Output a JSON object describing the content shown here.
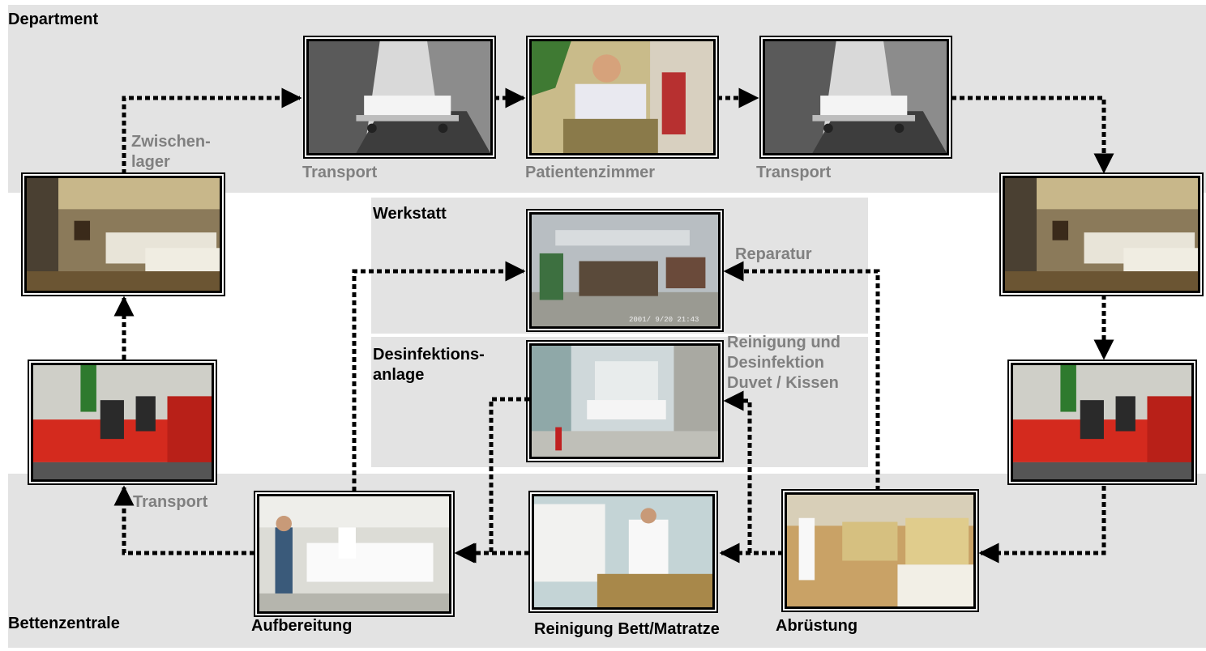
{
  "zones": {
    "department": "Department",
    "werkstatt": "Werkstatt",
    "desinfektion": "Desinfektions-\nanlage",
    "bettenzentrale": "Bettenzentrale"
  },
  "steps": {
    "transport_top_left": "Transport",
    "patientenzimmer": "Patientenzimmer",
    "transport_top_right": "Transport",
    "zwischenlager": "Zwischen-\nlager",
    "reparatur": "Reparatur",
    "reinigung_duvet": "Reinigung und\nDesinfektion\nDuvet / Kissen",
    "transport_bottom": "Transport",
    "aufbereitung": "Aufbereitung",
    "reinigung_bett": "Reinigung Bett/Matratze",
    "abruestung": "Abrüstung"
  },
  "photo_captions": {
    "werkstatt_timestamp": "2001/ 9/20  21:43"
  },
  "colors": {
    "zone_background": "#e3e3e3",
    "label_dark": "#000000",
    "label_grey": "#808080",
    "arrow": "#000000"
  }
}
